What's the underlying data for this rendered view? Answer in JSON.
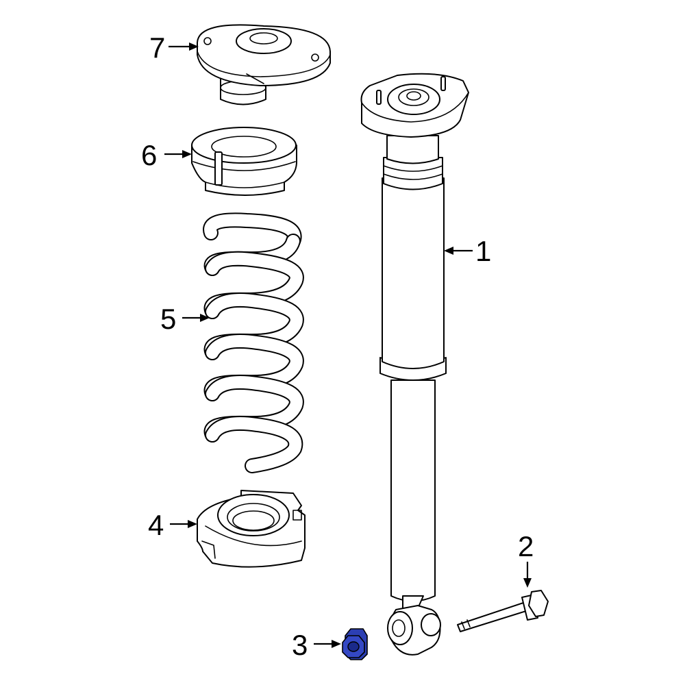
{
  "callouts": [
    {
      "id": "1",
      "label": "1",
      "part": "strut"
    },
    {
      "id": "2",
      "label": "2",
      "part": "bolt"
    },
    {
      "id": "3",
      "label": "3",
      "part": "nut"
    },
    {
      "id": "4",
      "label": "4",
      "part": "lower-spring-seat"
    },
    {
      "id": "5",
      "label": "5",
      "part": "coil-spring"
    },
    {
      "id": "6",
      "label": "6",
      "part": "spring-insulator"
    },
    {
      "id": "7",
      "label": "7",
      "part": "upper-mount"
    }
  ],
  "colors": {
    "line": "#000000",
    "background": "#ffffff",
    "highlight": "#2c3fb3"
  }
}
